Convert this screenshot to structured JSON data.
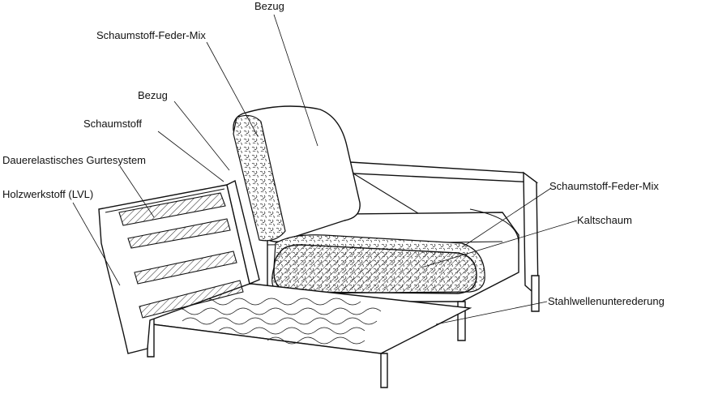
{
  "labels": {
    "bezug_top": "Bezug",
    "foam_feather_mix_back": "Schaumstoff-Feder-Mix",
    "bezug_left": "Bezug",
    "schaumstoff": "Schaumstoff",
    "gurtesystem": "Dauerelastisches Gurtesystem",
    "holzwerkstoff": "Holzwerkstoff (LVL)",
    "foam_feather_mix_seat": "Schaumstoff-Feder-Mix",
    "kaltschaum": "Kaltschaum",
    "stahlwellen": "Stahlwellenunterederung"
  },
  "colors": {
    "line": "#111111",
    "background": "#ffffff"
  }
}
